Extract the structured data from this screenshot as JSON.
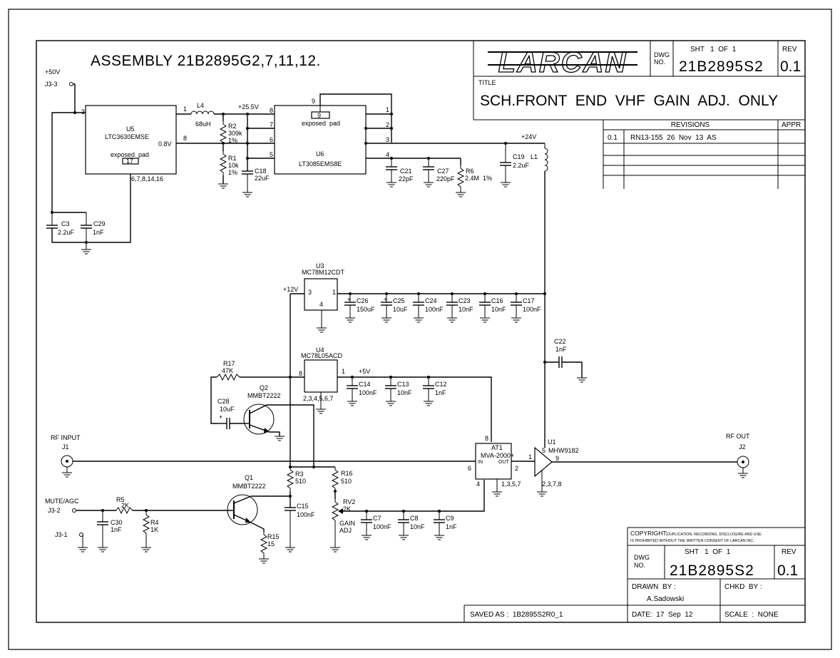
{
  "assembly": "ASSEMBLY  21B2895G2,7,11,12.",
  "title_block": {
    "logo": "LARCAN",
    "dwg_no_label": "DWG\nNO.",
    "sht_label": "SHT   1  OF  1",
    "dwg_number": "21B2895S2",
    "rev_label": "REV",
    "rev": "0.1",
    "title_label": "TITLE",
    "title": "SCH.FRONT  END  VHF  GAIN  ADJ.  ONLY"
  },
  "revisions": {
    "header": "REVISIONS",
    "appr": "APPR",
    "rows": [
      {
        "rev": "0.1",
        "text": "RN13-155  26  Nov  13  AS"
      }
    ]
  },
  "bottom_block": {
    "copyright_head": "COPYRIGHT:",
    "copyright_text": "DUPLICATION, RECORDING, DISCLOSURE AND USE",
    "copyright_text2": "IS PROHIBITED WITHOUT THE WRITTEN CONSENT OF LARCAN INC.",
    "dwg_label": "DWG\nNO.",
    "sht": "SHT   1  OF  1",
    "rev_label": "REV",
    "dwg_number": "21B2895S2",
    "rev": "0.1",
    "drawn_label": "DRAWN  BY :",
    "drawn_by": "A.Sadowski",
    "chkd_label": "CHKD  BY :",
    "saved_as": "SAVED AS :  1B2895S2R0_1",
    "date": "DATE:  17  Sep  12",
    "scale": "SCALE  :  NONE"
  },
  "net_labels": {
    "v50": "+50V",
    "j33": "J3-3",
    "v255": "+25.5V",
    "v24": "+24V",
    "v12": "+12V",
    "v5": "+5V",
    "rf_in": "RF INPUT",
    "j1": "J1",
    "rf_out": "RF OUT",
    "j2": "J2",
    "mute": "MUTE/AGC",
    "j32": "J3-2",
    "j31": "J3-1",
    "v08": "0.8V"
  },
  "components": {
    "u5": {
      "ref": "U5",
      "part": "LTC3630EMSE",
      "pad": "exposed  pad",
      "pad_pin": "17",
      "pins_gnd": "6,7,8,14,16"
    },
    "u6": {
      "ref": "U6",
      "part": "LT3085EMS8E",
      "pad": "exposed  pad",
      "pad_pin": "9"
    },
    "u3": {
      "ref": "U3",
      "part": "MC78M12CDT"
    },
    "u4": {
      "ref": "U4",
      "part": "MC78L05ACD",
      "pins_gnd": "2,3,4,5,6,7"
    },
    "u1": {
      "ref": "U1",
      "part": "MHW9182",
      "pins_gnd": "2,3,7,8"
    },
    "at1": {
      "ref": "AT1",
      "part": "MVA-2000+",
      "in": "IN",
      "out": "OUT",
      "pins_gnd": "1,3,5,7"
    },
    "q1": {
      "ref": "Q1",
      "part": "MMBT2222"
    },
    "q2": {
      "ref": "Q2",
      "part": "MMBT2222"
    },
    "l4": {
      "ref": "L4",
      "value": "68uH"
    },
    "l1": {
      "ref": "L1"
    },
    "r1": {
      "ref": "R1",
      "value": "10k",
      "tol": "1%"
    },
    "r2": {
      "ref": "R2",
      "value": "309k",
      "tol": "1%"
    },
    "r6": {
      "ref": "R6",
      "value": "2.4M  1%"
    },
    "r3": {
      "ref": "R3",
      "value": "510"
    },
    "r4": {
      "ref": "R4",
      "value": "1K"
    },
    "r5": {
      "ref": "R5",
      "value": "2K"
    },
    "r15": {
      "ref": "R15",
      "value": "15"
    },
    "r16": {
      "ref": "R16",
      "value": "510"
    },
    "r17": {
      "ref": "R17",
      "value": "47K"
    },
    "rv2": {
      "ref": "RV2",
      "value": "2K",
      "note1": "GAIN",
      "note2": "ADJ"
    },
    "c3": {
      "ref": "C3",
      "value": "2.2uF"
    },
    "c29": {
      "ref": "C29",
      "value": "1nF"
    },
    "c18": {
      "ref": "C18",
      "value": "22uF"
    },
    "c21": {
      "ref": "C21",
      "value": "22pF"
    },
    "c27": {
      "ref": "C27",
      "value": "220pF"
    },
    "c19": {
      "ref": "C19",
      "value": "2.2uF"
    },
    "c26": {
      "ref": "C26",
      "value": "150uF"
    },
    "c25": {
      "ref": "C25",
      "value": "10uF"
    },
    "c24": {
      "ref": "C24",
      "value": "100nF"
    },
    "c23": {
      "ref": "C23",
      "value": "10nF"
    },
    "c16": {
      "ref": "C16",
      "value": "10nF"
    },
    "c17": {
      "ref": "C17",
      "value": "100nF"
    },
    "c22": {
      "ref": "C22",
      "value": "1nF"
    },
    "c14": {
      "ref": "C14",
      "value": "100nF"
    },
    "c13": {
      "ref": "C13",
      "value": "10nF"
    },
    "c12": {
      "ref": "C12",
      "value": "1nF"
    },
    "c28": {
      "ref": "C28",
      "value": "10uF"
    },
    "c15": {
      "ref": "C15",
      "value": "100nF"
    },
    "c30": {
      "ref": "C30",
      "value": "1nF"
    },
    "c7": {
      "ref": "C7",
      "value": "100nF"
    },
    "c8": {
      "ref": "C8",
      "value": "10nF"
    },
    "c9": {
      "ref": "C9",
      "value": "1nF"
    }
  },
  "pins": {
    "p1": "1",
    "p2": "2",
    "p3": "3",
    "p4": "4",
    "p5": "5",
    "p6": "6",
    "p7": "7",
    "p8": "8",
    "p9": "9"
  }
}
